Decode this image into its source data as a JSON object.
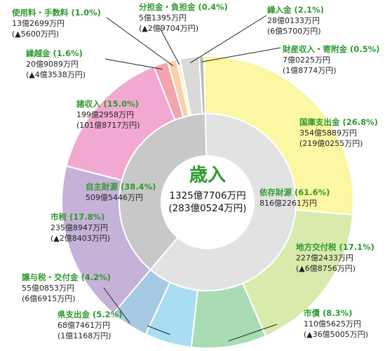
{
  "chart_data": {
    "type": "pie",
    "title": "歳入",
    "total": "1325億7706万円",
    "total_change": "(283億0524万円)",
    "inner": [
      {
        "name": "自主財源",
        "percent": 38.4,
        "amount": "509億5446万円",
        "color": "#c8c8c8"
      },
      {
        "name": "依存財源",
        "percent": 61.6,
        "amount": "816億2261万円",
        "color": "#e2e2e2"
      }
    ],
    "outer": [
      {
        "name": "国庫支出金",
        "percent": 26.8,
        "amount": "354億5889万円",
        "change": "(219億0255万円)",
        "color": "#fbf7a2",
        "group": "依存財源"
      },
      {
        "name": "地方交付税",
        "percent": 17.1,
        "amount": "227億2433万円",
        "change": "(▲6億8756万円)",
        "color": "#d8ebac",
        "group": "依存財源"
      },
      {
        "name": "市債",
        "percent": 8.3,
        "amount": "110億5625万円",
        "change": "(▲36億5005万円)",
        "color": "#a9dcb4",
        "group": "依存財源"
      },
      {
        "name": "県支出金",
        "percent": 5.2,
        "amount": "68億7461万円",
        "change": "(1億1168万円)",
        "color": "#a9def2",
        "group": "依存財源"
      },
      {
        "name": "譲与税・交付金",
        "percent": 4.2,
        "amount": "55億0853万円",
        "change": "(6億6915万円)",
        "color": "#a6c9e4",
        "group": "依存財源"
      },
      {
        "name": "市税",
        "percent": 17.8,
        "amount": "235億8947万円",
        "change": "(▲2億8403万円)",
        "color": "#c6b1d8",
        "group": "自主財源"
      },
      {
        "name": "諸収入",
        "percent": 15.0,
        "amount": "199億2958万円",
        "change": "(101億8717万円)",
        "color": "#f2a9d1",
        "group": "自主財源"
      },
      {
        "name": "繰越金",
        "percent": 1.6,
        "amount": "20億9089万円",
        "change": "(▲4億3538万円)",
        "color": "#f2a5ad",
        "group": "自主財源"
      },
      {
        "name": "使用料・手数料",
        "percent": 1.0,
        "amount": "13億2699万円",
        "change": "(▲5600万円)",
        "color": "#fbcfa7",
        "group": "自主財源"
      },
      {
        "name": "分担金・負担金",
        "percent": 0.4,
        "amount": "5億1395万円",
        "change": "(▲2億9704万円)",
        "color": "#fbf3c8",
        "group": "自主財源"
      },
      {
        "name": "繰入金",
        "percent": 2.1,
        "amount": "28億0133万円",
        "change": "(6億5700万円)",
        "color": "#d9d9d9",
        "group": "自主財源"
      },
      {
        "name": "財産収入・寄附金",
        "percent": 0.5,
        "amount": "7億0225万円",
        "change": "(1億8774万円)",
        "color": "#b8b8b8",
        "group": "自主財源"
      }
    ]
  }
}
